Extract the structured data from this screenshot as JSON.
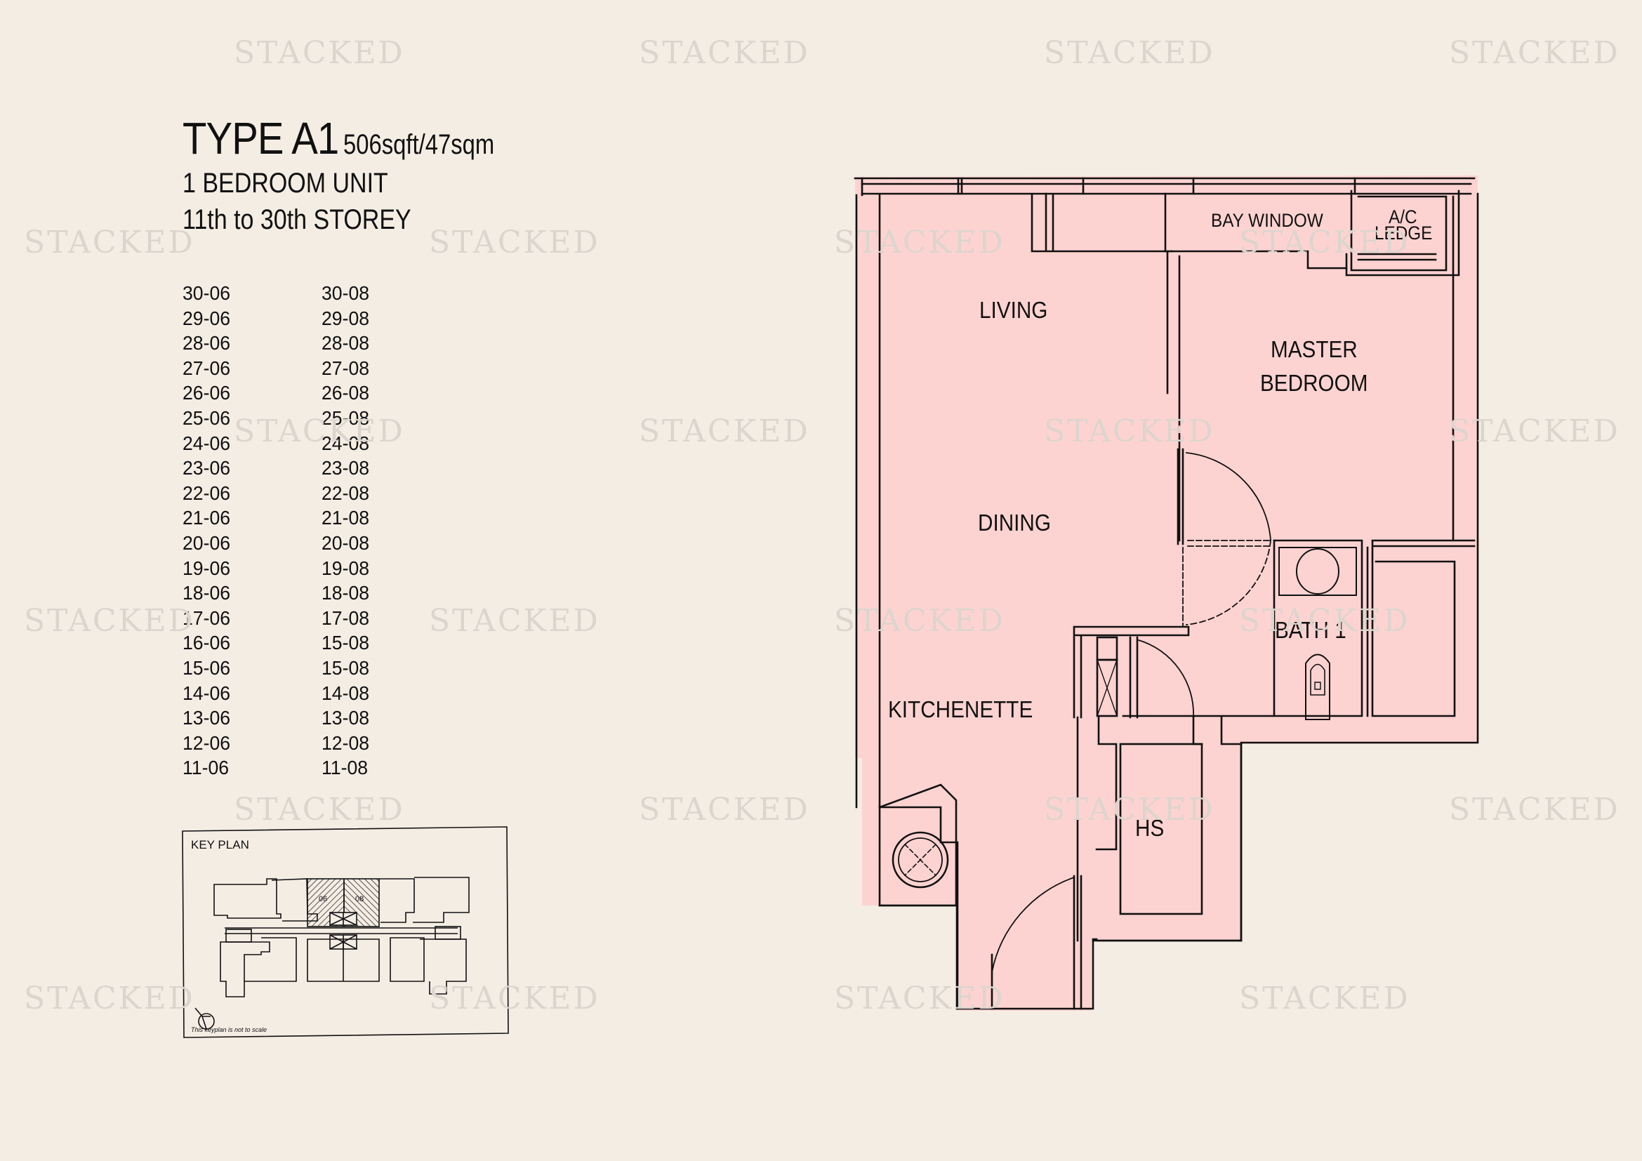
{
  "document": {
    "watermark_text": "STACKED",
    "colors": {
      "background": "#f4ede4",
      "unit_fill": "#fdd3d1",
      "line": "#111111",
      "watermark": "#dcd5ce"
    }
  },
  "header": {
    "unit_type": "TYPE A1",
    "area": "506sqft/47sqm",
    "bedrooms": "1 BEDROOM UNIT",
    "storeys": "11th to 30th STOREY"
  },
  "unit_list": {
    "columns": [
      [
        "30-06",
        "29-06",
        "28-06",
        "27-06",
        "26-06",
        "25-06",
        "24-06",
        "23-06",
        "22-06",
        "21-06",
        "20-06",
        "19-06",
        "18-06",
        "17-06",
        "16-06",
        "15-06",
        "14-06",
        "13-06",
        "12-06",
        "11-06"
      ],
      [
        "30-08",
        "29-08",
        "28-08",
        "27-08",
        "26-08",
        "25-08",
        "24-08",
        "23-08",
        "22-08",
        "21-08",
        "20-08",
        "19-08",
        "18-08",
        "17-08",
        "15-08",
        "15-08",
        "14-08",
        "13-08",
        "12-08",
        "11-08"
      ]
    ]
  },
  "key_plan": {
    "label": "KEY PLAN",
    "highlighted_units": [
      "06",
      "08"
    ],
    "note": "This keyplan is not to scale",
    "north_icon": "north-arrow-icon"
  },
  "floor_plan": {
    "rooms": {
      "living": "LIVING",
      "dining": "DINING",
      "kitchenette": "KITCHENETTE",
      "master_bedroom_line1": "MASTER",
      "master_bedroom_line2": "BEDROOM",
      "bay_window": "BAY WINDOW",
      "ac_ledge_line1": "A/C",
      "ac_ledge_line2": "LEDGE",
      "bath": "BATH 1",
      "household_shelter": "HS"
    }
  }
}
